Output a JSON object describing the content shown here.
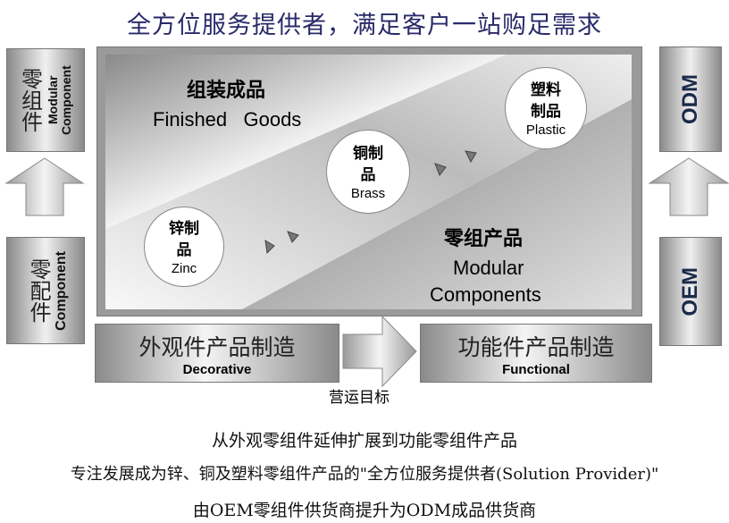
{
  "title": "全方位服务提供者，满足客户一站购足需求",
  "left": {
    "top_cn": "零组件",
    "top_en": "Modular Component",
    "bottom_cn": "零配件",
    "bottom_en": "Component"
  },
  "right": {
    "top": "ODM",
    "bottom": "OEM"
  },
  "panel": {
    "finished_cn": "组装成品",
    "finished_en": "Finished   Goods",
    "modular_cn": "零组产品",
    "modular_en1": "Modular",
    "modular_en2": "Components",
    "circles": [
      {
        "cn1": "锌制",
        "cn2": "品",
        "en": "Zinc"
      },
      {
        "cn1": "铜制",
        "cn2": "品",
        "en": "Brass"
      },
      {
        "cn1": "塑料",
        "cn2": "制品",
        "en": "Plastic"
      }
    ]
  },
  "process": {
    "left_cn": "外观件产品制造",
    "left_en": "Decorative",
    "right_cn": "功能件产品制造",
    "right_en": "Functional",
    "goal": "营运目标"
  },
  "footer": [
    "从外观零组件延伸扩展到功能零组件产品",
    "专注发展成为锌、铜及塑料零组件产品的\"全方位服务提供者(Solution Provider)\"",
    "由OEM零组件供货商提升为ODM成品供货商"
  ]
}
